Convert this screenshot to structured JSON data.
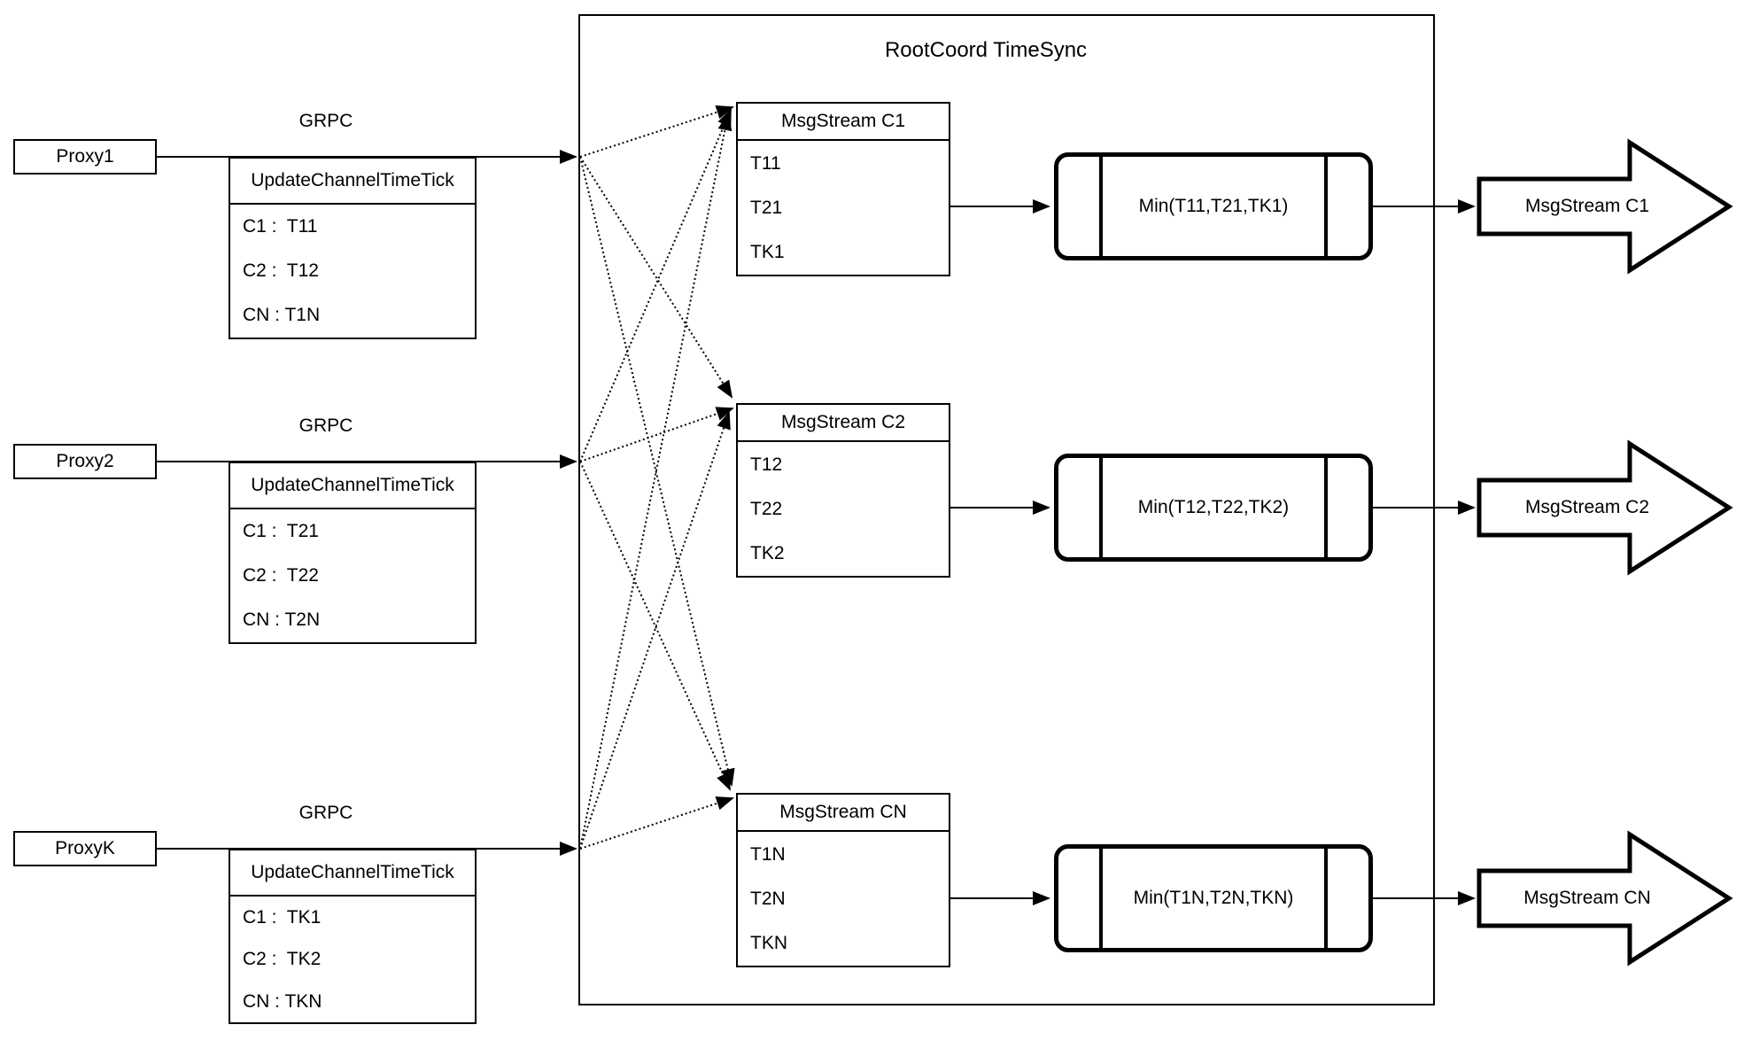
{
  "diagram": {
    "title": "RootCoord TimeSync",
    "background": "#ffffff",
    "stroke_color": "#000000",
    "proxies": [
      {
        "name": "Proxy1",
        "protocol_label": "GRPC",
        "message_title": "UpdateChannelTimeTick",
        "entries": [
          "C1 :  T11",
          "C2 :  T12",
          "CN : T1N"
        ]
      },
      {
        "name": "Proxy2",
        "protocol_label": "GRPC",
        "message_title": "UpdateChannelTimeTick",
        "entries": [
          "C1 :  T21",
          "C2 :  T22",
          "CN : T2N"
        ]
      },
      {
        "name": "ProxyK",
        "protocol_label": "GRPC",
        "message_title": "UpdateChannelTimeTick",
        "entries": [
          "C1 :  TK1",
          "C2 :  TK2",
          "CN : TKN"
        ]
      }
    ],
    "channels": [
      {
        "buffer_title": "MsgStream C1",
        "timeticks": [
          "T11",
          "T21",
          "TK1"
        ],
        "min_label": "Min(T11,T21,TK1)",
        "output_stream": "MsgStream C1"
      },
      {
        "buffer_title": "MsgStream C2",
        "timeticks": [
          "T12",
          "T22",
          "TK2"
        ],
        "min_label": "Min(T12,T22,TK2)",
        "output_stream": "MsgStream C2"
      },
      {
        "buffer_title": "MsgStream CN",
        "timeticks": [
          "T1N",
          "T2N",
          "TKN"
        ],
        "min_label": "Min(T1N,T2N,TKN)",
        "output_stream": "MsgStream CN"
      }
    ]
  }
}
